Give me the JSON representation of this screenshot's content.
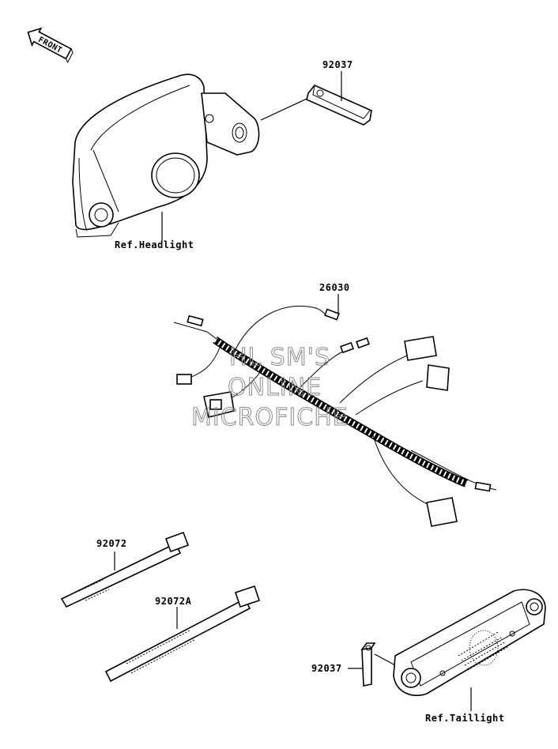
{
  "diagram": {
    "front_arrow": {
      "text": "FRONT"
    },
    "watermark": [
      "HL SM'S",
      "ONLINE",
      "MICROFICHE"
    ],
    "callouts": {
      "headlight_ref": "Ref.Headlight",
      "p92037_top": "92037",
      "p26030": "26030",
      "p92072": "92072",
      "p92072A": "92072A",
      "p92037_bottom": "92037",
      "taillight_ref": "Ref.Taillight"
    }
  }
}
